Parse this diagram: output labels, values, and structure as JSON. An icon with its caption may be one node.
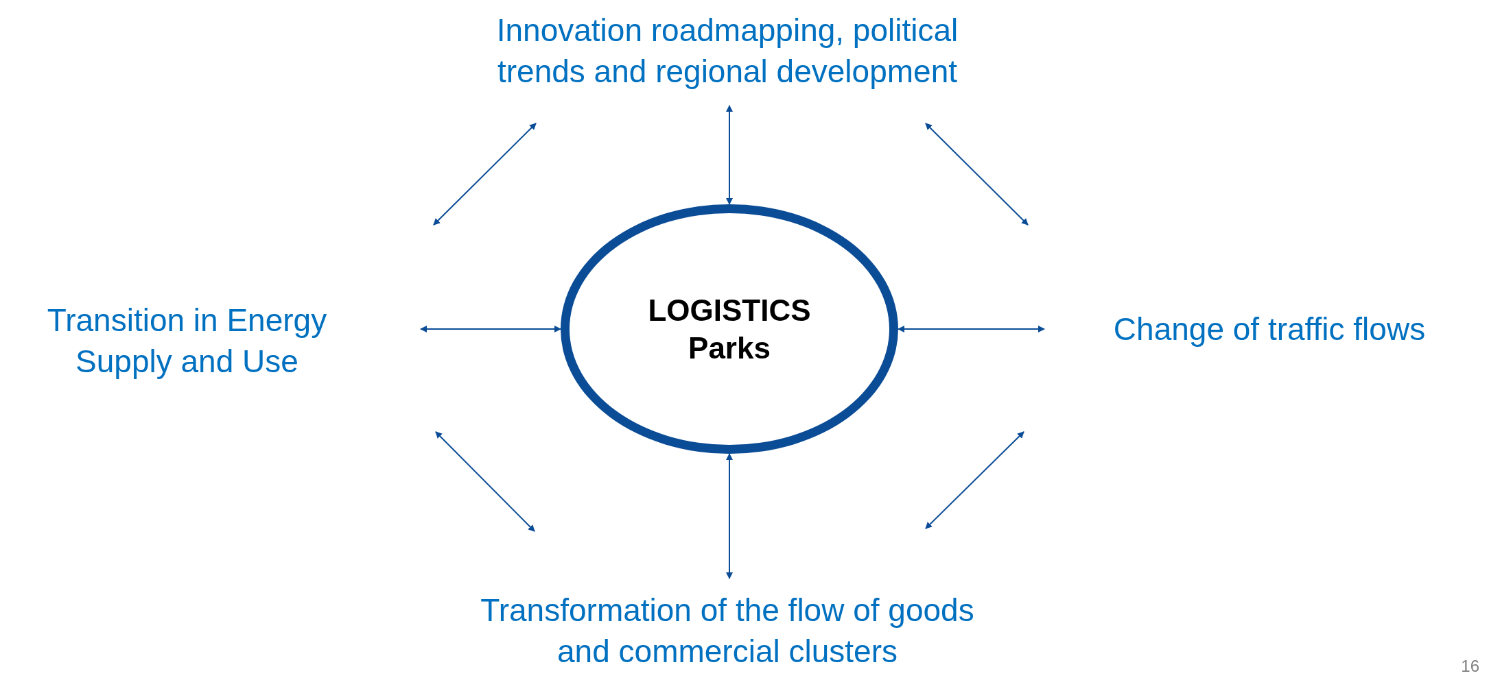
{
  "diagram": {
    "nodes": [
      {
        "text": [
          "LOGISTICS Parks"
        ]
      },
      {
        "text": [
          "Innovation roadmapping, political trends and regional development"
        ]
      },
      {
        "text": [
          "Transition in Energy Supply and Use"
        ]
      },
      {
        "text": [
          "Change of traffic flows"
        ]
      },
      {
        "text": [
          "Transformation of the flow of goods and commercial clusters"
        ]
      }
    ],
    "edges": [
      {
        "from": 0,
        "to": 1,
        "arrow": "both"
      },
      {
        "from": 0,
        "to": 2,
        "arrow": "both"
      },
      {
        "from": 0,
        "to": 3,
        "arrow": "both"
      },
      {
        "from": 0,
        "to": 4,
        "arrow": "both"
      }
    ],
    "labels": [
      "16"
    ]
  }
}
